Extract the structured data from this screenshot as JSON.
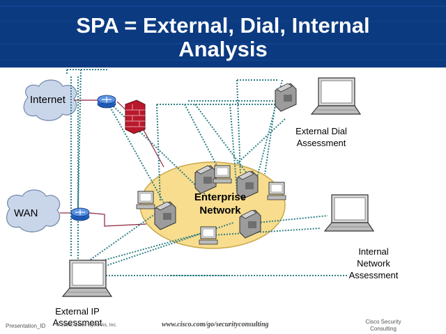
{
  "slide": {
    "title_line1": "SPA = External, Dial, Internal",
    "title_line2": "Analysis"
  },
  "nodes": {
    "internet": "Internet",
    "wan": "WAN",
    "enterprise_line1": "Enterprise",
    "enterprise_line2": "Network"
  },
  "labels": {
    "external_dial_line1": "External Dial",
    "external_dial_line2": "Assessment",
    "internal_line1": "Internal",
    "internal_line2": "Network",
    "internal_line3": "Assessment",
    "external_ip_line1": "External IP",
    "external_ip_line2": "Assessment"
  },
  "footer": {
    "presentation_id": "Presentation_ID",
    "copyright": "© 1999, Cisco Systems, Inc.",
    "url": "www.cisco.com/go/securityconsulting",
    "company_line1": "Cisco Security",
    "company_line2": "Consulting"
  },
  "colors": {
    "header_blue": "#0a3478",
    "enterprise_fill": "#f8dd8e",
    "dotted_link": "#2f7f86",
    "wan_link": "#8e1f3a",
    "router_blue": "#2d6fd2",
    "firewall_red": "#b8192c",
    "cloud": "#c9d6ea"
  }
}
